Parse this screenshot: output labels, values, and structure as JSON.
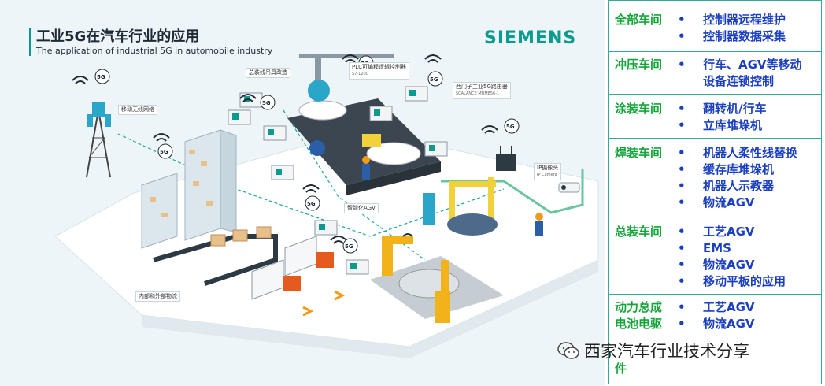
{
  "header": {
    "title_cn": "工业5G在汽车行业的应用",
    "title_en": "The application of  industrial 5G in automobile industry",
    "logo": "SIEMENS"
  },
  "diagram_labels": {
    "mobile_network": "移动无线网络",
    "assembly_crane": "总装线吊具改造",
    "plc": "PLC可编程逻辑控制器",
    "plc_sub": "S7-1200",
    "router": "西门子工业5G路由器",
    "router_sub": "SCALANCE MUM856-1",
    "ip_camera": "IP摄像头",
    "ip_camera_sub": "IP Camera",
    "smart_agv": "智能化AGV",
    "logistics": "内部和外部物流",
    "badge_5g": "5G"
  },
  "watermark": {
    "text": "西家汽车行业技术分享",
    "icon": "wechat-icon"
  },
  "colors": {
    "accent": "#0a9a8e",
    "category": "#14a53a",
    "item": "#1a3fbf",
    "border": "#33aa99"
  },
  "sections": [
    {
      "category": "全部车间",
      "items": [
        "控制器远程维护",
        "控制器数据采集"
      ]
    },
    {
      "category": "冲压车间",
      "items": [
        "行车、AGV等移动",
        "设备连锁控制"
      ]
    },
    {
      "category": "涂装车间",
      "items": [
        "翻转机/行车",
        "立库堆垛机"
      ]
    },
    {
      "category": "焊装车间",
      "items": [
        "机器人柔性线替换",
        "缓存库堆垛机",
        "机器人示教器",
        "物流AGV"
      ]
    },
    {
      "category": "总装车间",
      "items": [
        "工艺AGV",
        "EMS",
        "物流AGV",
        "移动平板的应用"
      ]
    },
    {
      "category": "动力总成",
      "category2": "电池电驱",
      "category3": "件",
      "items": [
        "工艺AGV",
        "物流AGV"
      ]
    }
  ]
}
